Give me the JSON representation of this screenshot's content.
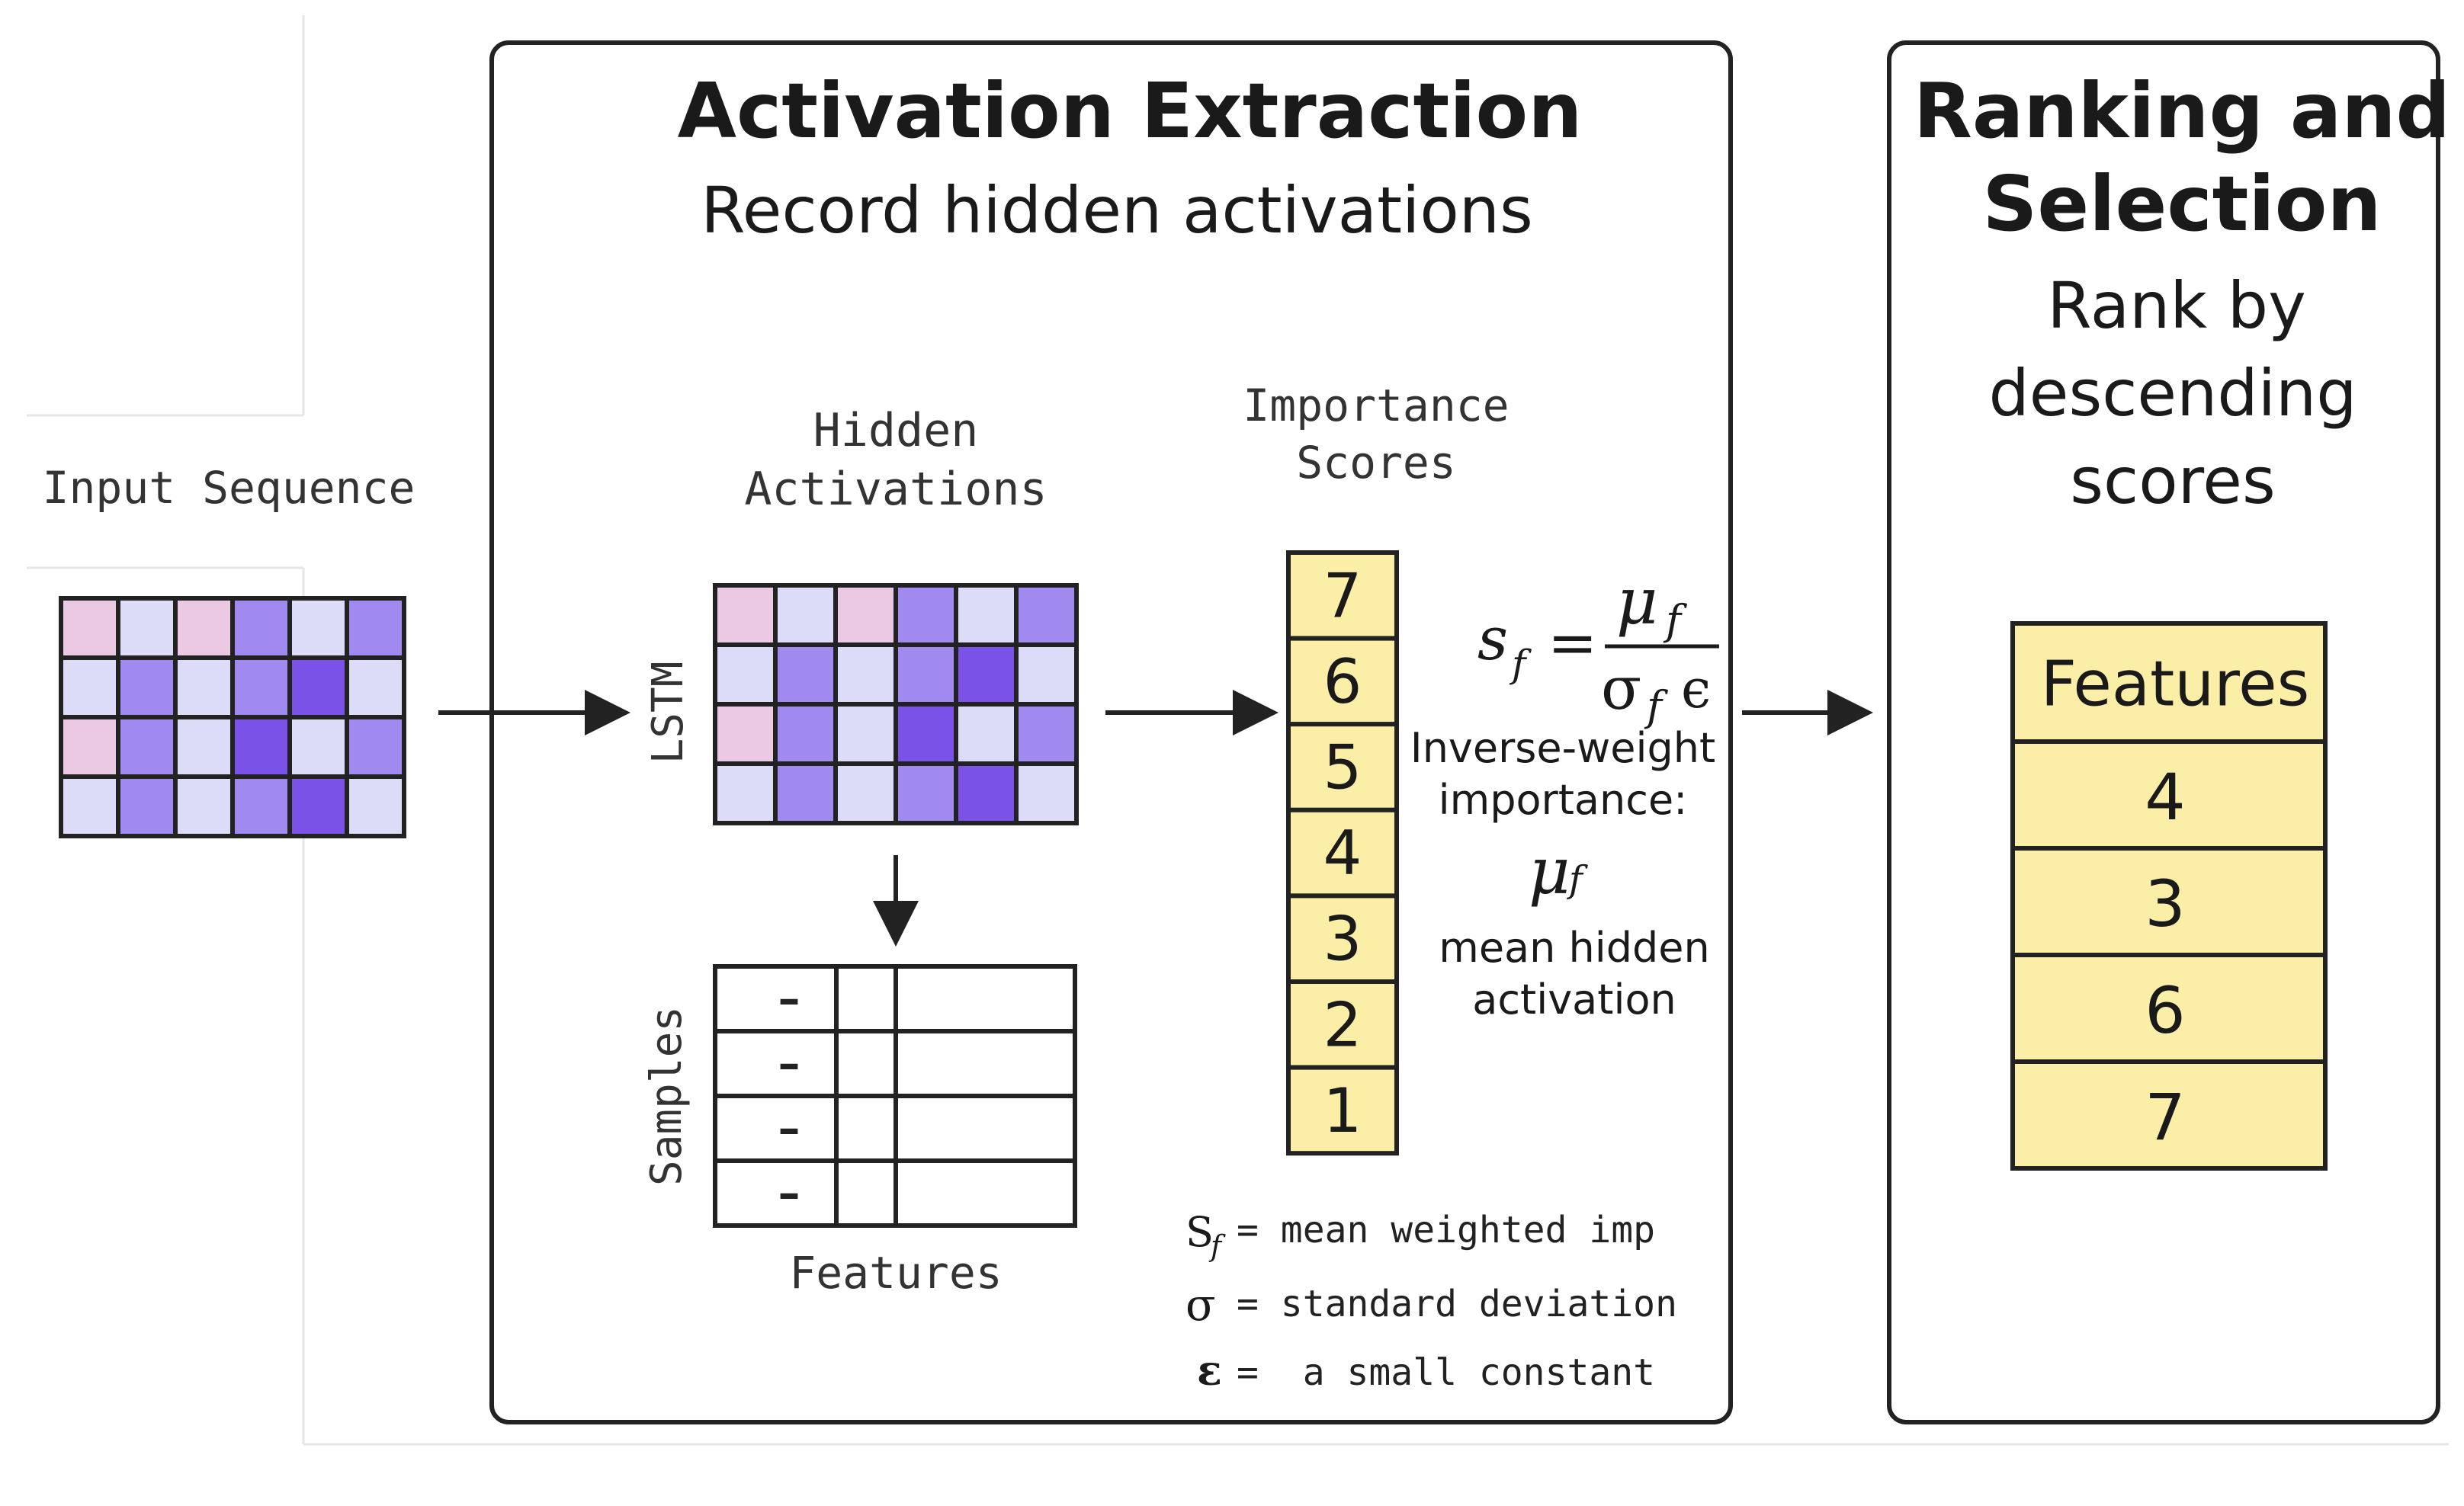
{
  "colors": {
    "ink": "#222222",
    "cell_pink": "#ecc9e3",
    "cell_pale": "#dcdcf9",
    "cell_light": "#b6a6f3",
    "cell_mid": "#a089ef",
    "cell_dark": "#7b52e8",
    "yellow": "#fbeea7"
  },
  "input": {
    "label": "Input Sequence",
    "grid": [
      [
        "cell_pink",
        "cell_pale",
        "cell_pink",
        "cell_mid",
        "cell_pale",
        "cell_mid"
      ],
      [
        "cell_pale",
        "cell_mid",
        "cell_pale",
        "cell_mid",
        "cell_dark",
        "cell_pale"
      ],
      [
        "cell_pink",
        "cell_mid",
        "cell_pale",
        "cell_dark",
        "cell_pale",
        "cell_mid"
      ],
      [
        "cell_pale",
        "cell_mid",
        "cell_pale",
        "cell_mid",
        "cell_dark",
        "cell_pale"
      ]
    ]
  },
  "extraction": {
    "title": "Activation Extraction",
    "subtitle": "Record hidden activations",
    "hidden_label_1": "Hidden",
    "hidden_label_2": "Activations",
    "lstm_label": "LSTM",
    "hidden_grid": [
      [
        "cell_pink",
        "cell_pale",
        "cell_pink",
        "cell_mid",
        "cell_pale",
        "cell_mid"
      ],
      [
        "cell_pale",
        "cell_mid",
        "cell_pale",
        "cell_mid",
        "cell_dark",
        "cell_pale"
      ],
      [
        "cell_pink",
        "cell_mid",
        "cell_pale",
        "cell_dark",
        "cell_pale",
        "cell_mid"
      ],
      [
        "cell_pale",
        "cell_mid",
        "cell_pale",
        "cell_mid",
        "cell_dark",
        "cell_pale"
      ]
    ],
    "samples_label": "Samples",
    "features_label": "Features",
    "table_marks": [
      "–",
      "–",
      "–",
      "–"
    ],
    "scores_label_1": "Importance",
    "scores_label_2": "Scores",
    "scores": [
      "7",
      "6",
      "5",
      "4",
      "3",
      "2",
      "1"
    ],
    "formula": {
      "lhs": "s",
      "lhs_sub": "f",
      "eq": "=",
      "num": "μ",
      "num_sub": "f",
      "den": "σ",
      "den_sub": "f",
      "den_tail": "ϵ"
    },
    "inverse_weight_1": "Inverse-weight",
    "inverse_weight_2": "importance:",
    "mu_symbol": "μ",
    "mu_sub": "f",
    "mean_hidden_1": "mean hidden",
    "mean_hidden_2": "activation",
    "legend": [
      {
        "sym": "S",
        "sub": "f",
        "text": "= mean weighted imp"
      },
      {
        "sym": "σ",
        "sub": "",
        "text": "= standard deviation"
      },
      {
        "sym": "ε",
        "sub": "",
        "text": "=  a small constant"
      }
    ]
  },
  "ranking": {
    "title_1": "Ranking and",
    "title_2": "Selection",
    "sub_1": "Rank by",
    "sub_2": "descending",
    "sub_3": "scores",
    "header": "Features",
    "values": [
      "4",
      "3",
      "6",
      "7"
    ]
  }
}
